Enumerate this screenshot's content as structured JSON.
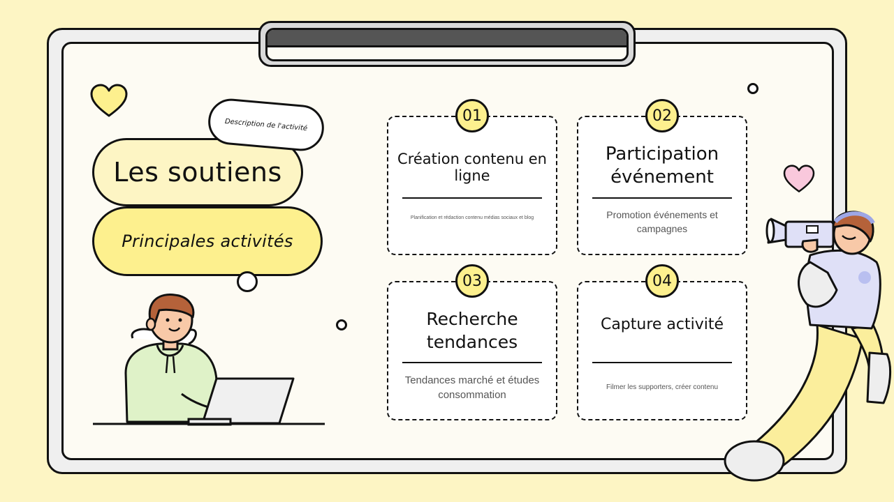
{
  "header": {
    "title": "Les soutiens",
    "subtitle": "Principales activités",
    "description_bubble": "Description de l'activité"
  },
  "cards": [
    {
      "number": "01",
      "title": "Création contenu en ligne",
      "description": "Planification et rédaction contenu médias sociaux et blog"
    },
    {
      "number": "02",
      "title": "Participation événement",
      "description": "Promotion événements et campagnes"
    },
    {
      "number": "03",
      "title": "Recherche tendances",
      "description": "Tendances marché et études consommation"
    },
    {
      "number": "04",
      "title": "Capture activité",
      "description": "Filmer les supporters, créer contenu"
    }
  ],
  "colors": {
    "background": "#fdf5c4",
    "accent_yellow": "#fdf08e",
    "heart_yellow": "#fdf08e",
    "heart_pink": "#f9c8dc",
    "outline": "#111111"
  },
  "illustrations": [
    "person-at-laptop",
    "person-with-video-camera",
    "heart-icon-yellow",
    "heart-icon-pink"
  ]
}
